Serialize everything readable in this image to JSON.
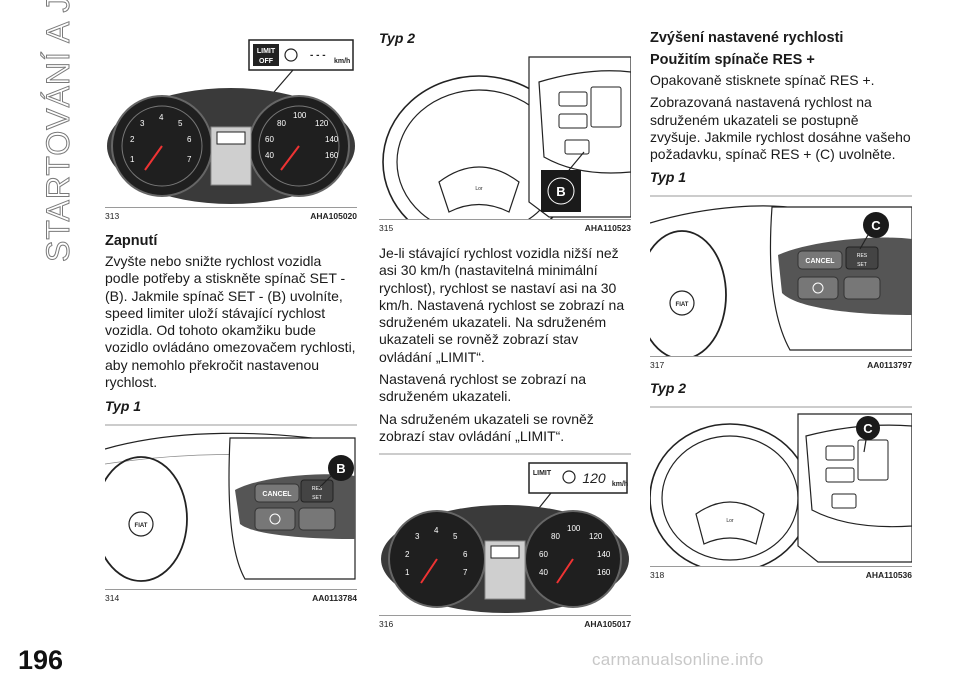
{
  "sidebar": {
    "section_title": "STARTOVÁNÍ A JÍZDA"
  },
  "page": {
    "number": "196",
    "watermark": "carmanualsonline.info"
  },
  "col1": {
    "fig313": {
      "num": "313",
      "code": "AHA105020",
      "display": {
        "limit": "LIMIT",
        "state": "OFF",
        "unit": "km/h"
      }
    },
    "heading": "Zapnutí",
    "para": "Zvyšte nebo snižte rychlost vozidla podle potřeby a stiskněte spínač SET - (B). Jakmile spínač SET - (B) uvolníte, speed limiter uloží stávající rychlost vozidla. Od tohoto okamžiku bude vozidlo ovládáno omezovačem rychlosti, aby nemohlo překročit nastavenou rychlost.",
    "typ1": "Typ 1",
    "fig314": {
      "num": "314",
      "code": "AA0113784",
      "callout": "B",
      "cancel": "CANCEL",
      "res": "RES",
      "set": "SET",
      "logo": "FIAT"
    }
  },
  "col2": {
    "typ2": "Typ 2",
    "fig315": {
      "num": "315",
      "code": "AHA110523",
      "callout": "B"
    },
    "para1": "Je-li stávající rychlost vozidla nižší než asi 30 km/h (nastavitelná minimální rychlost), rychlost se nastaví asi na 30 km/h. Nastavená rychlost se zobrazí na sdruženém ukazateli. Na sdruženém ukazateli se rovněž zobrazí stav ovládání „LIMIT“.",
    "para2": "Nastavená rychlost se zobrazí na sdruženém ukazateli.",
    "para3": "Na sdruženém ukazateli se rovněž zobrazí stav ovládání „LIMIT“.",
    "fig316": {
      "num": "316",
      "code": "AHA105017",
      "display": {
        "limit": "LIMIT",
        "speed": "120",
        "unit": "km/h"
      }
    }
  },
  "col3": {
    "heading": "Zvýšení nastavené rychlosti",
    "subheading": "Použitím spínače RES +",
    "para1": "Opakovaně stisknete spínač RES +.",
    "para2": "Zobrazovaná nastavená rychlost na sdruženém ukazateli se postupně zvyšuje. Jakmile rychlost dosáhne vašeho požadavku, spínač RES + (C) uvolněte.",
    "typ1": "Typ 1",
    "fig317": {
      "num": "317",
      "code": "AA0113797",
      "callout": "C",
      "cancel": "CANCEL",
      "res": "RES",
      "set": "SET",
      "logo": "FIAT"
    },
    "typ2": "Typ 2",
    "fig318": {
      "num": "318",
      "code": "AHA110536",
      "callout": "C"
    }
  },
  "colors": {
    "callout": "#1a1a1a",
    "rule": "#9a9a9a",
    "outline": "#7a7a7a"
  }
}
